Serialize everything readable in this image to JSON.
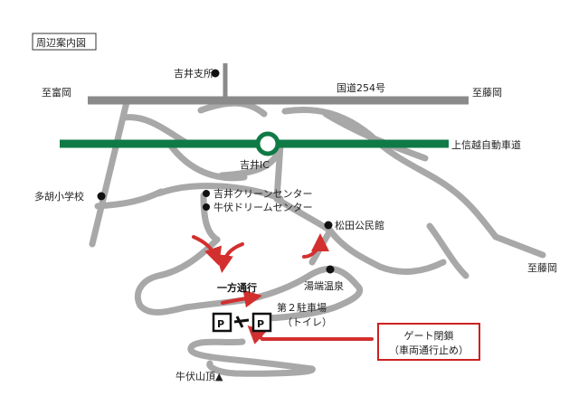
{
  "map": {
    "title": "周辺案内図",
    "roads": {
      "national_route": "国道254号",
      "expressway": "上信越自動車道"
    },
    "directions": {
      "west_route": "至富岡",
      "east_route": "至藤岡",
      "east_lower": "至藤岡"
    },
    "interchange": "吉井IC",
    "places": {
      "yoshii_branch": "吉井支所",
      "tago_school": "多胡小学校",
      "clean_center": "吉井クリーンセンター",
      "dream_center": "牛伏ドリームセンター",
      "matsuda_hall": "松田公民館",
      "yubata_onsen": "湯端温泉",
      "summit": "牛伏山頂▲"
    },
    "one_way": "一方通行",
    "parking": {
      "symbol": "P",
      "lot_name": "第２駐車場",
      "lot_note": "（トイレ）"
    },
    "gate": {
      "line1": "ゲート閉鎖",
      "line2": "（車両通行止め）"
    },
    "colors": {
      "expressway": "#0f7a45",
      "national_route": "#8a8a8a",
      "local_road": "#a8a8a8",
      "arrow": "#d32f2f",
      "gate_box": "#cc2222"
    }
  }
}
